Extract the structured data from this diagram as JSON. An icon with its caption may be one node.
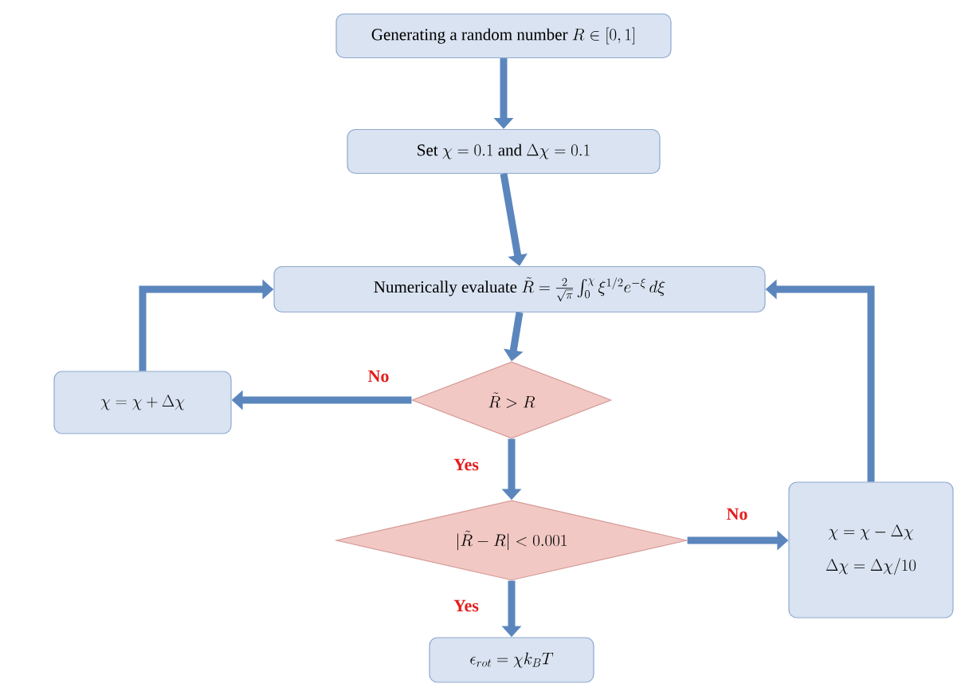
{
  "diagram": {
    "nodes": [
      {
        "text": [
          "\\text{Generating a random number } R\\in[0,1]"
        ]
      },
      {
        "text": [
          "\\text{Set } \\chi=0.1 \\text{ and } \\Delta\\chi=0.1"
        ]
      },
      {
        "text": [
          "\\text{Numerically evaluate } \\tilde{R}=\\frac{2}{\\sqrt{\\pi}}\\int_0^{\\chi}\\xi^{1/2}e^{-\\xi}\\,d\\xi"
        ]
      },
      {
        "text": [
          "\\tilde{R}>R"
        ]
      },
      {
        "text": [
          "\\chi=\\chi+\\Delta\\chi"
        ]
      },
      {
        "text": [
          "|\\tilde{R}-R|<0.001"
        ]
      },
      {
        "text": [
          "\\chi=\\chi-\\Delta\\chi",
          "\\Delta\\chi=\\Delta\\chi/10"
        ]
      },
      {
        "text": [
          "\\epsilon_{rot}=\\chi k_B T"
        ]
      }
    ],
    "edges": [
      {
        "from": 0,
        "to": 1,
        "arrow": "to"
      },
      {
        "from": 1,
        "to": 2,
        "arrow": "to"
      },
      {
        "from": 2,
        "to": 3,
        "arrow": "to"
      },
      {
        "from": 3,
        "to": 4,
        "arrow": "to",
        "label": "No"
      },
      {
        "from": 4,
        "to": 2,
        "arrow": "to"
      },
      {
        "from": 3,
        "to": 5,
        "arrow": "to",
        "label": "Yes"
      },
      {
        "from": 5,
        "to": 6,
        "arrow": "to",
        "label": "No"
      },
      {
        "from": 6,
        "to": 2,
        "arrow": "to"
      },
      {
        "from": 5,
        "to": 7,
        "arrow": "to",
        "label": "Yes"
      }
    ]
  }
}
